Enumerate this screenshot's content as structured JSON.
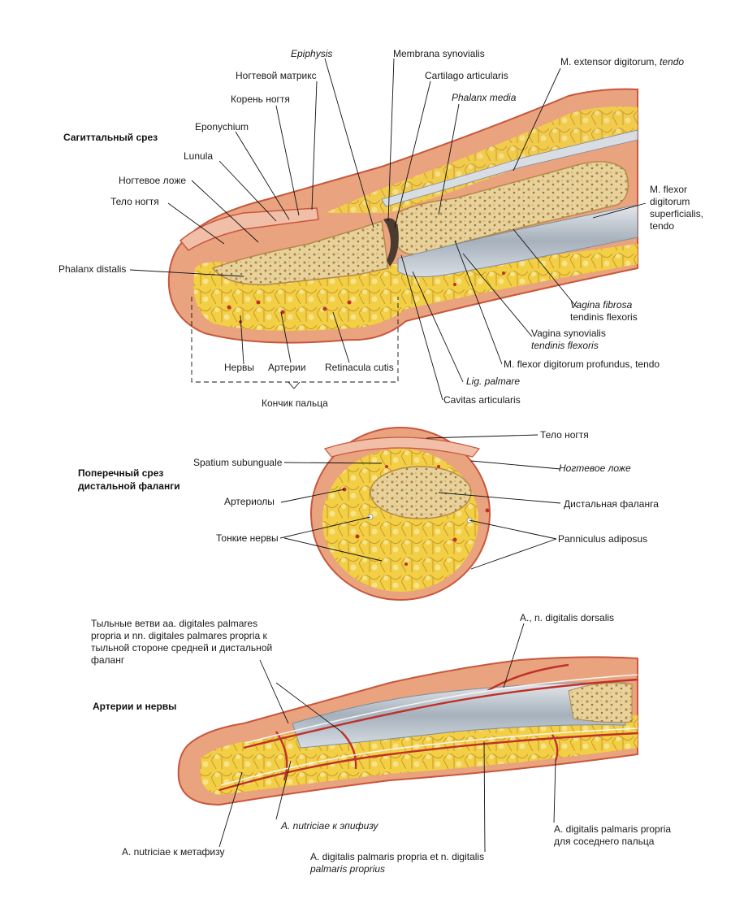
{
  "colors": {
    "skin": "#e9a37f",
    "skin_dark": "#c9563d",
    "skin_outer": "#d98a6a",
    "fat": "#f2cf45",
    "fat_light": "#f7e38a",
    "bone": "#efdcac",
    "bone_spongy": "#c9a360",
    "tendon": "#cfd6de",
    "tendon_dark": "#7f8c99",
    "artery": "#c0302a",
    "nerve": "#eeeeee",
    "nail": "#f1bfa8"
  },
  "sections": {
    "sagittal": {
      "heading": "Сагиттальный срез",
      "labels": [
        {
          "id": "epiphysis",
          "text": "Epiphysis",
          "italic": true
        },
        {
          "id": "membrana",
          "text": "Membrana  synovialis"
        },
        {
          "id": "extensor",
          "text": "M. extensor digitorum, ",
          "italic_suffix": "tendo"
        },
        {
          "id": "matrix",
          "text": "Ногтевой матрикс"
        },
        {
          "id": "cartilago",
          "text": "Cartilago articularis"
        },
        {
          "id": "root",
          "text": "Корень ногтя"
        },
        {
          "id": "phalanx_media",
          "text": "Phalanx media",
          "italic": true
        },
        {
          "id": "eponychium",
          "text": "Eponychium"
        },
        {
          "id": "lunula",
          "text": "Lunula"
        },
        {
          "id": "nail_bed",
          "text": "Ногтевое ложе"
        },
        {
          "id": "nail_body",
          "text": "Тело ногтя"
        },
        {
          "id": "flexor_sup_1",
          "text": "M.  flexor"
        },
        {
          "id": "flexor_sup_2",
          "text": "digitorum"
        },
        {
          "id": "flexor_sup_3",
          "text": "superficialis,"
        },
        {
          "id": "flexor_sup_4",
          "text": "tendo"
        },
        {
          "id": "phalanx_distalis",
          "text": "Phalanx distalis"
        },
        {
          "id": "vag_fib_1",
          "text": "Vagina fibrosa",
          "italic": true
        },
        {
          "id": "vag_fib_2",
          "text": "tendinis flexoris"
        },
        {
          "id": "vag_syn_1",
          "text": "Vagina synovialis"
        },
        {
          "id": "vag_syn_2",
          "text": "tendinis flexoris",
          "italic": true
        },
        {
          "id": "nerves",
          "text": "Нервы"
        },
        {
          "id": "arteries",
          "text": "Артерии"
        },
        {
          "id": "retinacula",
          "text": "Retinacula cutis"
        },
        {
          "id": "flexor_prof",
          "text": "M. flexor digitorum profundus, tendo"
        },
        {
          "id": "lig_palmare",
          "text": "Lig. palmare",
          "italic": true
        },
        {
          "id": "fingertip",
          "text": "Кончик пальца"
        },
        {
          "id": "cavitas",
          "text": "Cavitas articularis"
        }
      ]
    },
    "transverse": {
      "heading_1": "Поперечный срез",
      "heading_2": "дистальной фаланги",
      "labels": [
        {
          "id": "t_nail_body",
          "text": "Тело ногтя"
        },
        {
          "id": "t_spatium",
          "text": "Spatium subunguale"
        },
        {
          "id": "t_nail_bed",
          "text": "Ногтевое ложе",
          "italic": true
        },
        {
          "id": "t_arterioles",
          "text": "Артериолы"
        },
        {
          "id": "t_distal_phalanx",
          "text": "Дистальная фаланга"
        },
        {
          "id": "t_nerves",
          "text": "Тонкие нервы"
        },
        {
          "id": "t_panniculus",
          "text": "Panniculus adiposus"
        }
      ]
    },
    "arteries_nerves": {
      "heading": "Артерии и нервы",
      "labels": [
        {
          "id": "a_dorsal_1",
          "text": "Тыльные ветви аа. digitales palmares"
        },
        {
          "id": "a_dorsal_2",
          "text": "propria  и nn. digitales palmares propria к"
        },
        {
          "id": "a_dorsal_3",
          "text": "тыльной стороне средней и дистальной"
        },
        {
          "id": "a_dorsal_4",
          "text": "фаланг"
        },
        {
          "id": "a_dig_dorsalis",
          "text": "A., n. digitalis dorsalis"
        },
        {
          "id": "a_nutr_epi",
          "text": "A. nutriciae к эпифизу",
          "italic": true
        },
        {
          "id": "a_palm_neighbor_1",
          "text": "A. digitalis palmaris propria"
        },
        {
          "id": "a_palm_neighbor_2",
          "text": "для соседнего пальца"
        },
        {
          "id": "a_nutr_meta",
          "text": "A. nutriciae к метафизу"
        },
        {
          "id": "a_palm_1",
          "text": "A. digitalis palmaris propria et n. digitalis"
        },
        {
          "id": "a_palm_2",
          "text": "palmaris proprius",
          "italic": true
        }
      ]
    }
  }
}
